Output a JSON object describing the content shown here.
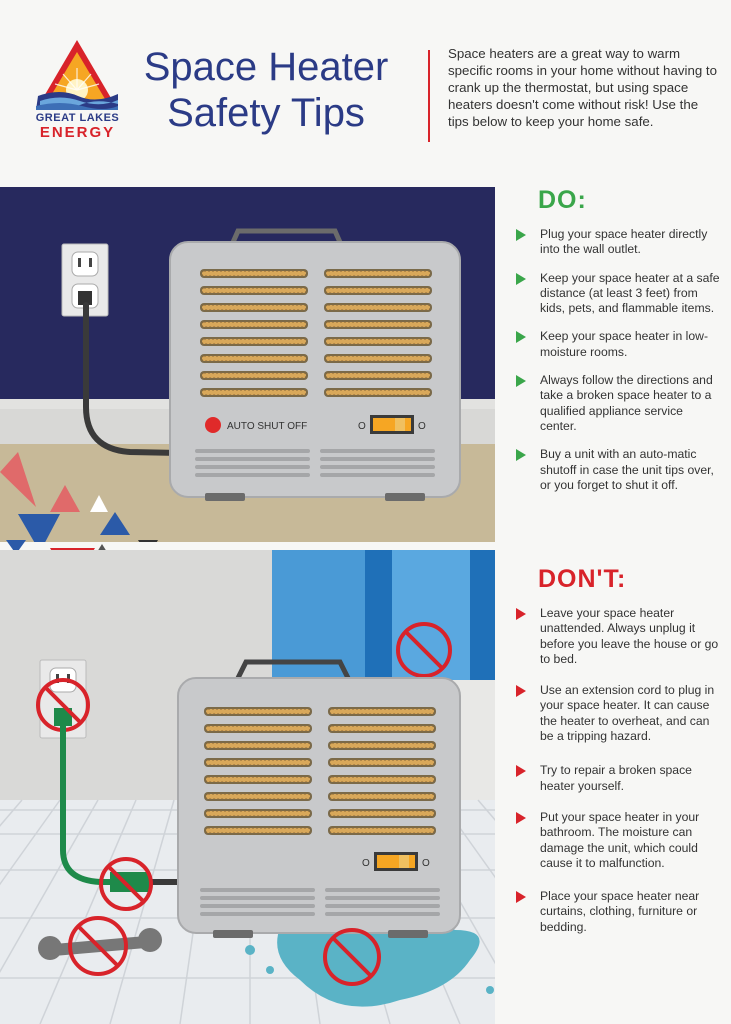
{
  "brand": {
    "name_line1": "GREAT LAKES",
    "name_line2": "ENERGY"
  },
  "title": {
    "line1": "Space Heater",
    "line2": "Safety Tips"
  },
  "intro": "Space heaters are a great way to warm specific rooms in your home without having to crank up the thermostat, but using space heaters doesn't come without risk! Use the tips below to keep your home safe.",
  "scene_do": {
    "heater_label": "AUTO SHUT OFF",
    "switch_off": "O",
    "switch_on": "O"
  },
  "scene_dont": {
    "switch_off": "O",
    "switch_on": "O"
  },
  "do": {
    "heading": "DO:",
    "items": [
      "Plug your space heater directly into the wall outlet.",
      "Keep your space heater at a safe distance (at least 3 feet) from kids, pets, and flammable items.",
      "Keep your space heater in low-moisture rooms.",
      "Always follow the directions and take a broken space heater to a qualified appliance service center.",
      "Buy a unit with an auto-matic shutoff in case the unit tips over, or you forget to shut it off."
    ]
  },
  "dont": {
    "heading": "DON'T:",
    "items": [
      "Leave your space heater unattended. Always unplug it before you leave the house or go to bed.",
      "Use an extension cord to plug in your space heater. It can cause the heater to overheat, and can be a tripping hazard.",
      "Try to repair a broken space heater yourself.",
      "Put your space heater in your bathroom. The moisture can damage the unit, which could cause it to malfunction.",
      "Place your space heater near curtains, clothing, furniture or bedding."
    ]
  },
  "colors": {
    "navy": "#2b3b86",
    "red": "#d8232a",
    "green": "#3aa64a",
    "wall_dark": "#27295e",
    "heater": "#c8c9cb"
  }
}
